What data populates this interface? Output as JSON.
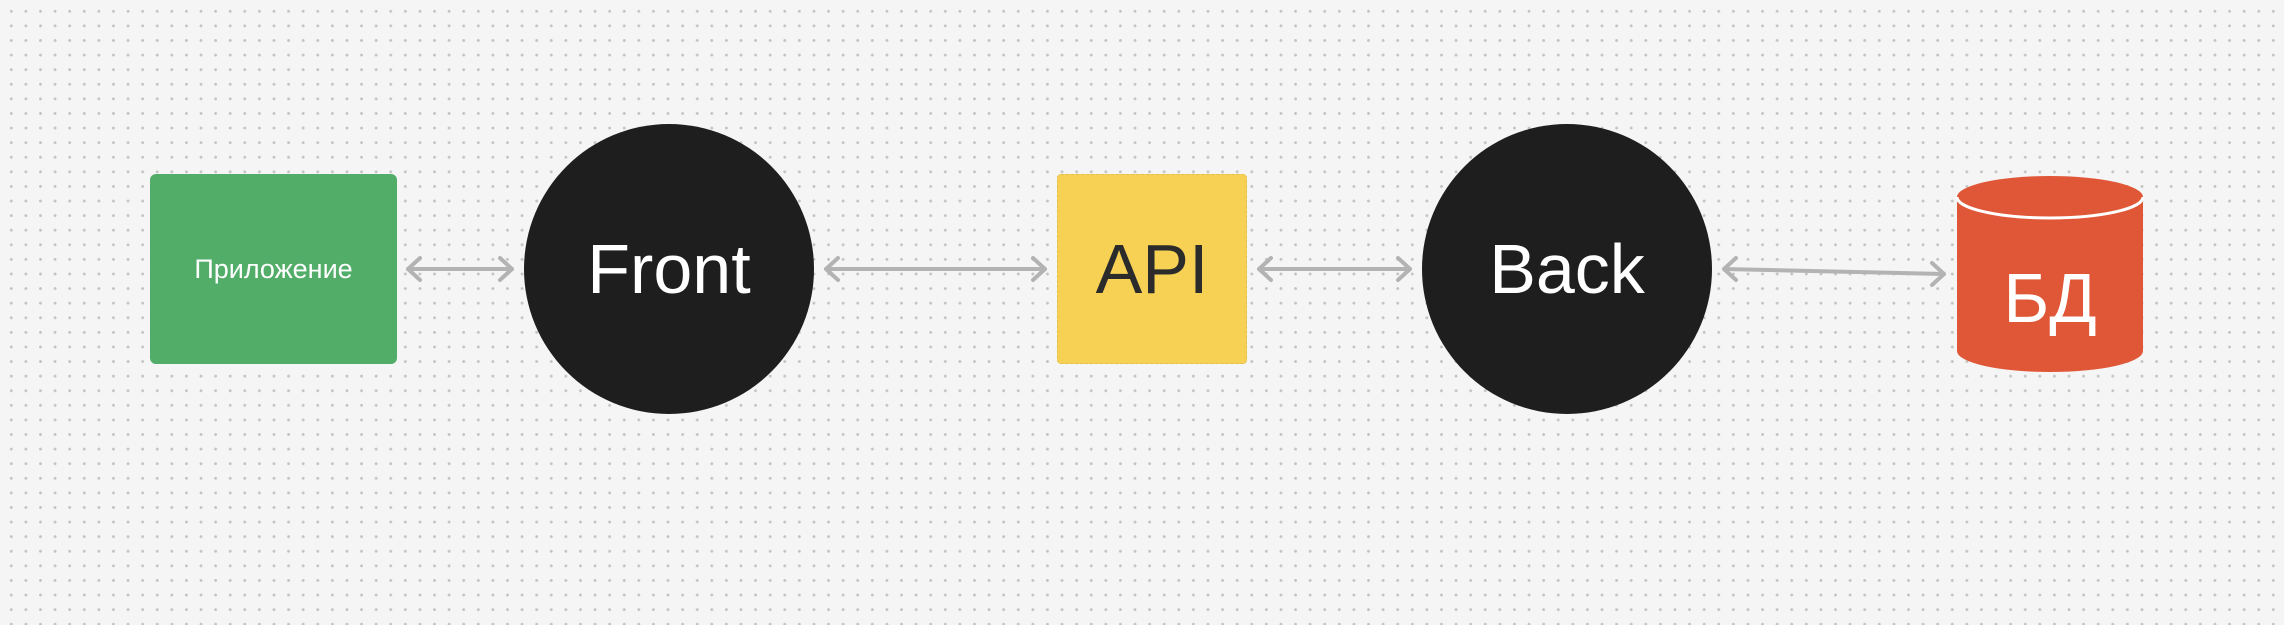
{
  "diagram": {
    "nodes": [
      {
        "id": "app",
        "label": "Приложение",
        "shape": "rounded-rect",
        "fill": "#52ad69",
        "text_color": "#ffffff"
      },
      {
        "id": "front",
        "label": "Front",
        "shape": "circle",
        "fill": "#1e1e1e",
        "text_color": "#ffffff"
      },
      {
        "id": "api",
        "label": "API",
        "shape": "square",
        "fill": "#f7d154",
        "text_color": "#2b2b2b"
      },
      {
        "id": "back",
        "label": "Back",
        "shape": "circle",
        "fill": "#1e1e1e",
        "text_color": "#ffffff"
      },
      {
        "id": "db",
        "label": "БД",
        "shape": "cylinder",
        "fill": "#e05737",
        "text_color": "#ffffff"
      }
    ],
    "connectors": [
      {
        "from": "app",
        "to": "front",
        "style": "bidirectional-arrow"
      },
      {
        "from": "front",
        "to": "api",
        "style": "bidirectional-arrow"
      },
      {
        "from": "api",
        "to": "back",
        "style": "bidirectional-arrow"
      },
      {
        "from": "back",
        "to": "db",
        "style": "bidirectional-arrow"
      }
    ],
    "connector_color": "#b3b3b3",
    "background": "dot-grid"
  }
}
